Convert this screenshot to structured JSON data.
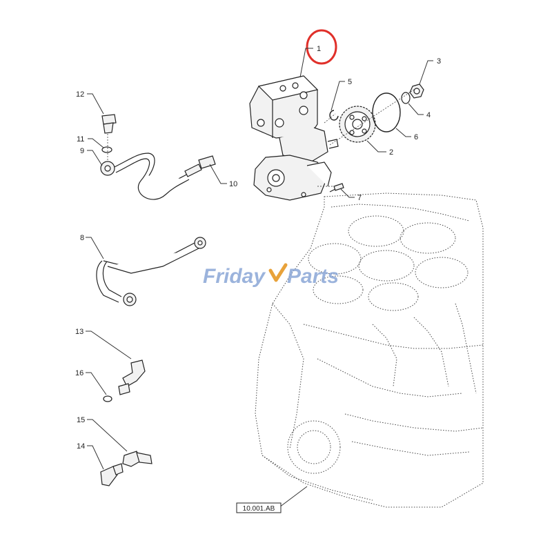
{
  "watermark": {
    "part1": "Friday",
    "part2": "Parts",
    "color": "#8aa6d6"
  },
  "highlight_color": "#e0302a",
  "callouts": {
    "c1": "1",
    "c2": "2",
    "c3": "3",
    "c4": "4",
    "c5": "5",
    "c6": "6",
    "c7": "7",
    "c8": "8",
    "c9": "9",
    "c10": "10",
    "c11": "11",
    "c12": "12",
    "c13": "13",
    "c14": "14",
    "c15": "15",
    "c16": "16"
  },
  "reference_label": "10.001.AB"
}
